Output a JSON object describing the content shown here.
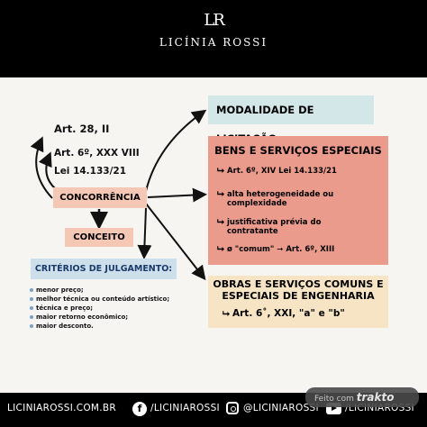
{
  "header": {
    "logo": "LR",
    "brand": "LICÍNIA ROSSI"
  },
  "left": {
    "art28": "Art. 28, II",
    "art6": "Art. 6º, XXX VIII",
    "lei": "Lei 14.133/21",
    "concorrencia": "CONCORRÊNCIA",
    "conceito": "CONCEITO",
    "criterios_title": "CRITÉRIOS DE JULGAMENTO:",
    "criterios": [
      "menor preço;",
      "melhor técnica ou conteúdo artístico;",
      "técnica e preço;",
      "maior retorno econômico;",
      "maior desconto."
    ]
  },
  "right": {
    "modalidade": "MODALIDADE DE LICITAÇÃO",
    "bens_title": "BENS E SERVIÇOS ESPECIAIS",
    "bens_items": [
      "Art. 6º, XIV Lei 14.133/21",
      "alta heterogeneidade ou",
      "complexidade",
      "justificativa prévia do",
      "contratante",
      "ø \"comum\" ➞ Art. 6º, XIII"
    ],
    "obras_title_1": "OBRAS E SERVIÇOS COMUNS E",
    "obras_title_2": "ESPECIAIS DE ENGENHARIA",
    "obras_item": "Art. 6˚, XXI, \"a\" e \"b\""
  },
  "footer": {
    "site": "LICINIAROSSI.COM.BR",
    "facebook": "/LICINIAROSSI",
    "instagram": "@LICINIAROSSI",
    "youtube": "/LICINIAROSSI",
    "fb_glyph": "f"
  },
  "watermark": {
    "prefix": "Feito com",
    "brand": "trakto"
  }
}
